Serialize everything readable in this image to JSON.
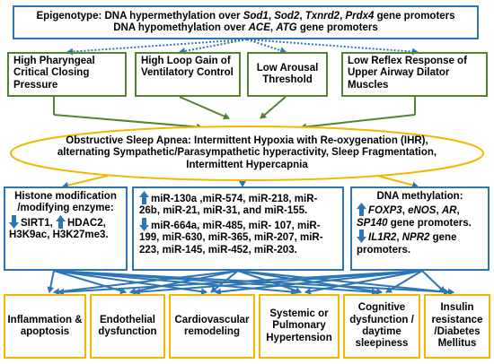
{
  "epigenotype": {
    "line1_prefix": "Epigenotype:  DNA hypermethylation over ",
    "line1_genes": [
      "Sod1",
      "Sod2",
      "Txnrd2",
      "Prdx4"
    ],
    "line1_suffix": " gene promoters",
    "line2_prefix": "DNA hypomethylation over ",
    "line2_genes": [
      "ACE",
      "ATG"
    ],
    "line2_suffix": " gene promoters"
  },
  "phenotypes": [
    "High Pharyngeal Critical Closing Pressure",
    "High Loop Gain of Ventilatory Control",
    "Low Arousal Threshold",
    "Low Reflex Response of Upper Airway Dilator Muscles"
  ],
  "osa": "Obstructive Sleep Apnea: Intermittent Hypoxia with Re-oxygenation (IHR), alternating Sympathetic/Parasympathetic hyperactivity, Sleep Fragmentation, Intermittent Hypercapnia",
  "histone": {
    "heading": "Histone modification /modifying enzyme:",
    "down": "SIRT1,",
    "up": "HDAC2,",
    "rest": "H3K9ac, H3K27me3."
  },
  "mirna": {
    "up": "miR-130a ,miR-574, miR-218, miR-26b, miR-21, miR-31, and miR-155.",
    "down": "miR-664a, miR-485, miR- 107, miR-199, miR-630, miR-365, miR-207, miR-223, miR-145, miR-452, miR-203."
  },
  "dna_methylation": {
    "heading": "DNA methylation:",
    "up_genes": [
      "FOXP3",
      "eNOS",
      "AR",
      "SP140"
    ],
    "up_suffix": " gene promoters.",
    "down_genes": [
      "IL1R2",
      "NPR2"
    ],
    "down_suffix": " gene promoters."
  },
  "outcomes": [
    "Inflammation & apoptosis",
    "Endothelial dysfunction",
    "Cardiovascular remodeling",
    "Systemic or Pulmonary Hypertension",
    "Cognitive dysfunction / daytime sleepiness",
    "Insulin resistance /Diabetes Mellitus"
  ],
  "colors": {
    "blue": "#2e75b6",
    "green": "#548235",
    "yellow": "#f5b800",
    "arrow_fill": "#2e75b6"
  }
}
